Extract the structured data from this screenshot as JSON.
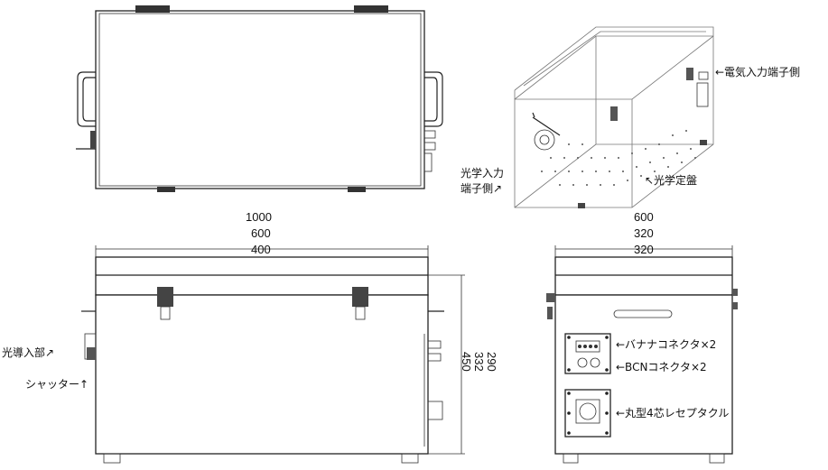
{
  "labels": {
    "electrical_side": "←電気入力端子側",
    "optical_side_line1": "光学入力",
    "optical_side_line2": "端子側↗",
    "optical_table": "↖光学定盤",
    "light_inlet": "光導入部↗",
    "shutter": "シャッター↑",
    "banana_connector": "←バナナコネクタ×2",
    "bnc_connector": "←BCNコネクタ×2",
    "receptacle": "←丸型4芯レセプタクル"
  },
  "front_dims": {
    "d1": "1000",
    "d2": "600",
    "d3": "400"
  },
  "side_dims": {
    "d1": "600",
    "d2": "320",
    "d3": "320"
  },
  "height_dims": {
    "d1": "450",
    "d2": "332",
    "d3": "290"
  }
}
